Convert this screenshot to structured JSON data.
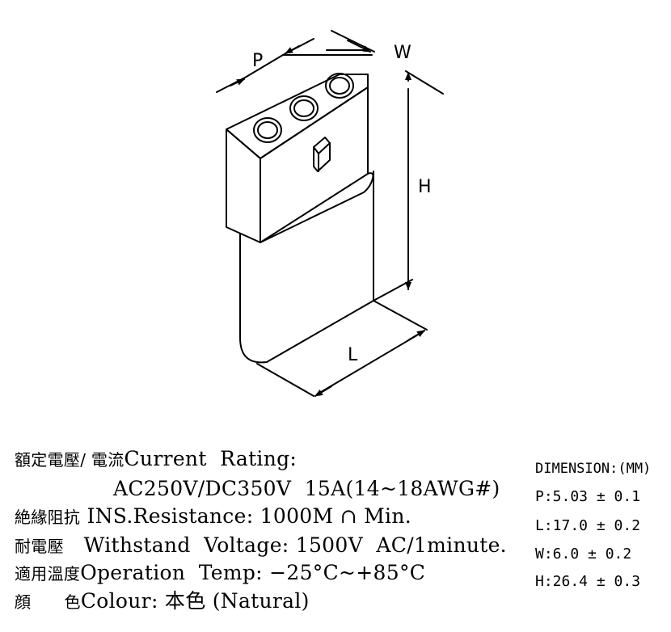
{
  "drawing": {
    "labels": {
      "pitch": "P",
      "width": "W",
      "height": "H",
      "length": "L"
    }
  },
  "specs": [
    {
      "cjk": "額定電壓/ 電流",
      "en": "Current  Rating:"
    },
    {
      "cjk": "",
      "en": "AC250V/DC350V  15A(14~18AWG#)"
    },
    {
      "cjk": "絶緣阻抗",
      "en": "INS.Resistance: 1000M ∩ Min."
    },
    {
      "cjk": "耐電壓",
      "en": "Withstand  Voltage: 1500V  AC/1minute."
    },
    {
      "cjk": "適用溫度",
      "en": "Operation  Temp: −25°C~+85°C"
    },
    {
      "cjk": "顔",
      "cjk2": "色",
      "en": "Colour: 本色 (Natural)"
    }
  ],
  "dimensions": {
    "header": "DIMENSION:(MM)",
    "items": [
      "P:5.03 ± 0.1",
      "L:17.0 ± 0.2",
      "W:6.0 ± 0.2",
      "H:26.4 ± 0.3"
    ]
  }
}
